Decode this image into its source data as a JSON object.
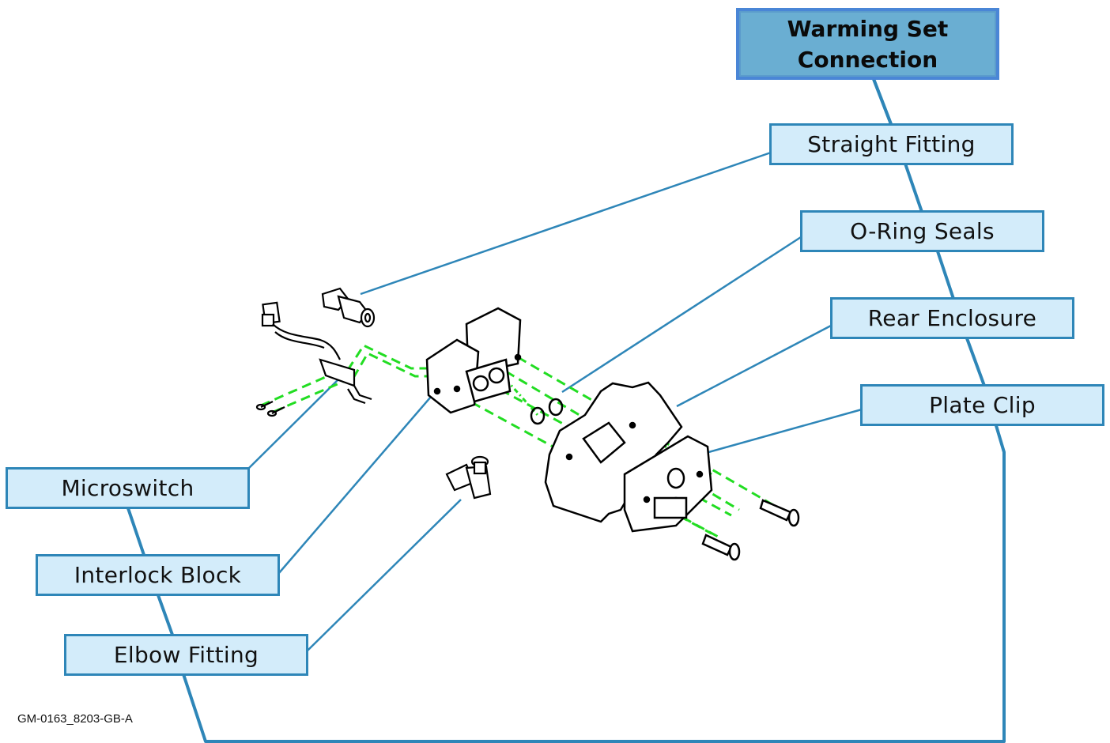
{
  "title": "Warming Set Connection",
  "callouts": {
    "straight_fitting": "Straight Fitting",
    "o_ring_seals": "O-Ring Seals",
    "rear_enclosure": "Rear Enclosure",
    "plate_clip": "Plate Clip",
    "microswitch": "Microswitch",
    "interlock_block": "Interlock Block",
    "elbow_fitting": "Elbow Fitting"
  },
  "figure_code": "GM-0163_8203-GB-A",
  "colors": {
    "leader": "#2e86b8",
    "callout_fill": "#d3ecfa",
    "title_fill": "#6aaed2",
    "title_border": "#4a86d6",
    "alignment_lines": "#22dd22"
  }
}
